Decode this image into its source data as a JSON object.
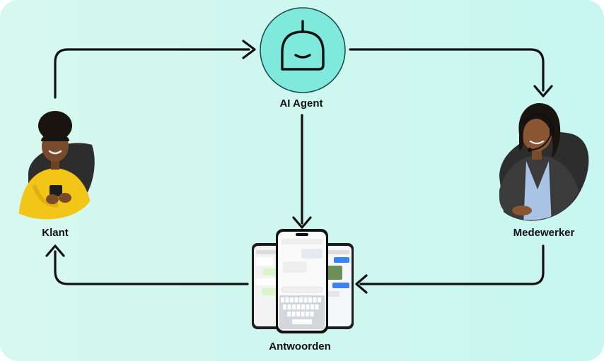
{
  "nodes": {
    "agent": {
      "label": "AI Agent"
    },
    "klant": {
      "label": "Klant"
    },
    "medewerker": {
      "label": "Medewerker"
    },
    "antwoorden": {
      "label": "Antwoorden"
    }
  },
  "colors": {
    "background": "#d3f8ef",
    "agent_circle": "#7fe9dc",
    "arrow": "#111111",
    "klant_shirt": "#f2c617",
    "avatar_backdrop": "#2d2d2d"
  },
  "icons": [
    "robot-head-icon",
    "phone-screenshots",
    "customer-photo",
    "agent-photo"
  ]
}
